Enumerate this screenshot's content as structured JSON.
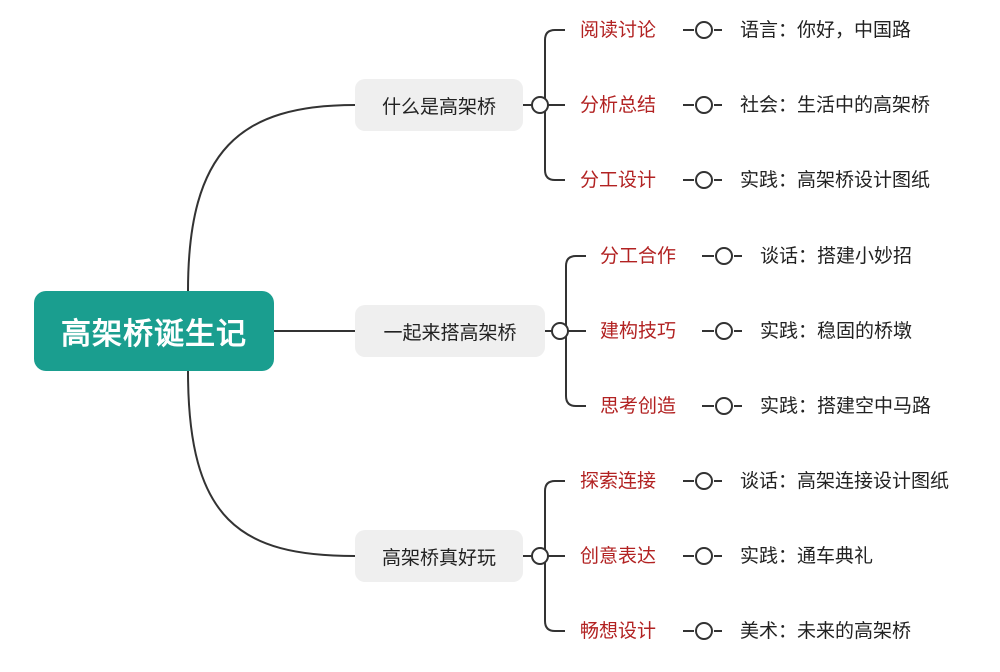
{
  "root": {
    "label": "高架桥诞生记"
  },
  "branches": [
    {
      "label": "什么是高架桥",
      "leaves": [
        {
          "title": "阅读讨论",
          "detail": "语言：你好，中国路"
        },
        {
          "title": "分析总结",
          "detail": "社会：生活中的高架桥"
        },
        {
          "title": "分工设计",
          "detail": "实践：高架桥设计图纸"
        }
      ]
    },
    {
      "label": "一起来搭高架桥",
      "leaves": [
        {
          "title": "分工合作",
          "detail": "谈话：搭建小妙招"
        },
        {
          "title": "建构技巧",
          "detail": "实践：稳固的桥墩"
        },
        {
          "title": "思考创造",
          "detail": "实践：搭建空中马路"
        }
      ]
    },
    {
      "label": "高架桥真好玩",
      "leaves": [
        {
          "title": "探索连接",
          "detail": "谈话：高架连接设计图纸"
        },
        {
          "title": "创意表达",
          "detail": "实践：通车典礼"
        },
        {
          "title": "畅想设计",
          "detail": "美术：未来的高架桥"
        }
      ]
    }
  ],
  "colors": {
    "root_fill": "#1a9e8f",
    "leaf_title": "#b22222",
    "line": "#333333",
    "branch_fill": "#efefef"
  }
}
